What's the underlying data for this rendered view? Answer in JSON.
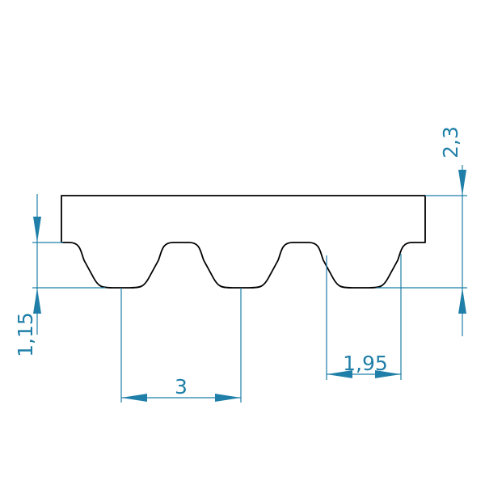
{
  "drawing": {
    "colors": {
      "outline": "#000000",
      "dimension": "#1f7fa8",
      "background": "#ffffff"
    },
    "dimensions": {
      "pitch": "3",
      "tooth_width": "1,95",
      "tooth_height": "1,15",
      "total_height": "2,3"
    }
  }
}
